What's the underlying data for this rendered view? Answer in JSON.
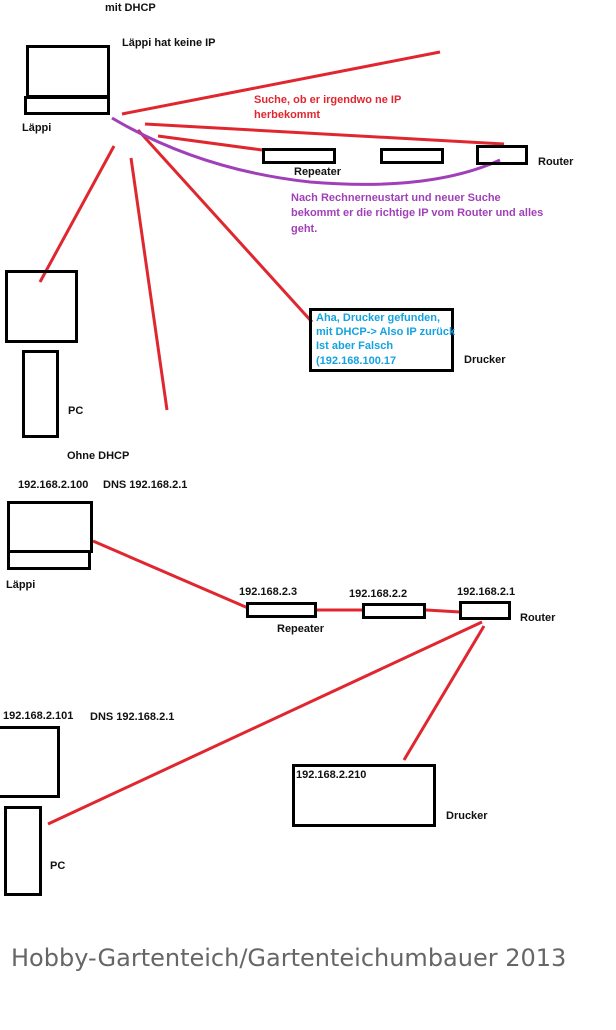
{
  "top": {
    "heading": "mit DHCP",
    "laptop_no_ip": "Läppi hat keine IP",
    "laptop": "Läppi",
    "search_note_1": "Suche, ob er irgendwo ne IP",
    "search_note_2": "herbekommt",
    "repeater": "Repeater",
    "router": "Router",
    "restart_note_1": "Nach Rechnerneustart und neuer Suche",
    "restart_note_2": "bekommt er die richtige IP vom Router und alles",
    "restart_note_3": "geht.",
    "printer_note_1": "Aha, Drucker gefunden,",
    "printer_note_2": "mit DHCP-> Also IP zurück",
    "printer_note_3": "Ist aber Falsch",
    "printer_note_4": "(192.168.100.17",
    "printer": "Drucker",
    "pc": "PC"
  },
  "bottom": {
    "heading": "Ohne DHCP",
    "laptop_ip": "192.168.2.100",
    "laptop_dns": "DNS 192.168.2.1",
    "laptop": "Läppi",
    "repeater_ip": "192.168.2.3",
    "middle_ip": "192.168.2.2",
    "router_ip": "192.168.2.1",
    "repeater": "Repeater",
    "router": "Router",
    "pc_ip": "192.168.2.101",
    "pc_dns": "DNS 192.168.2.1",
    "printer_ip": "192.168.2.210",
    "printer": "Drucker",
    "pc": "PC"
  },
  "caption": "Hobby-Gartenteich/Gartenteichumbauer 2013",
  "colors": {
    "red_line": "#e0262e",
    "purple_line": "#a040b8",
    "note_cyan": "#14a3e0",
    "box_stroke": "#000000"
  }
}
